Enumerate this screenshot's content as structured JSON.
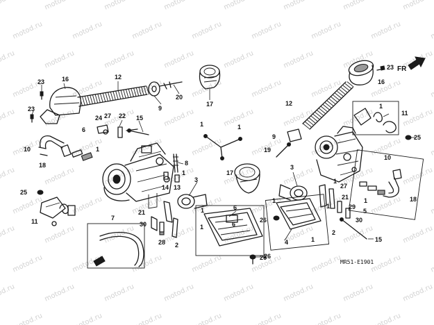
{
  "watermark": "motod.ru",
  "diagram_code": "MR51-E1901",
  "direction_marker": "FR",
  "callouts": [
    {
      "id": "c1",
      "text": "16"
    },
    {
      "id": "c2",
      "text": "12"
    },
    {
      "id": "c3",
      "text": "23"
    },
    {
      "id": "c4",
      "text": "9"
    },
    {
      "id": "c5",
      "text": "20"
    },
    {
      "id": "c6",
      "text": "17"
    },
    {
      "id": "c7",
      "text": "23"
    },
    {
      "id": "c8",
      "text": "24"
    },
    {
      "id": "c9",
      "text": "27"
    },
    {
      "id": "c10",
      "text": "22"
    },
    {
      "id": "c11",
      "text": "15"
    },
    {
      "id": "c12",
      "text": "6"
    },
    {
      "id": "c13",
      "text": "1"
    },
    {
      "id": "c14",
      "text": "10"
    },
    {
      "id": "c15",
      "text": "18"
    },
    {
      "id": "c16",
      "text": "8"
    },
    {
      "id": "c17",
      "text": "1"
    },
    {
      "id": "c18",
      "text": "3"
    },
    {
      "id": "c19",
      "text": "14"
    },
    {
      "id": "c20",
      "text": "13"
    },
    {
      "id": "c21",
      "text": "25"
    },
    {
      "id": "c22",
      "text": "11"
    },
    {
      "id": "c23",
      "text": "7"
    },
    {
      "id": "c24",
      "text": "21"
    },
    {
      "id": "c25",
      "text": "30"
    },
    {
      "id": "c26",
      "text": "28"
    },
    {
      "id": "c27",
      "text": "2"
    },
    {
      "id": "c28",
      "text": "6"
    },
    {
      "id": "c29",
      "text": "1"
    },
    {
      "id": "c30",
      "text": "26"
    },
    {
      "id": "c31",
      "text": "1"
    },
    {
      "id": "c32",
      "text": "1"
    },
    {
      "id": "c33",
      "text": "1"
    },
    {
      "id": "c34",
      "text": "17"
    },
    {
      "id": "c35",
      "text": "19"
    },
    {
      "id": "c36",
      "text": "9"
    },
    {
      "id": "c37",
      "text": "12"
    },
    {
      "id": "c38",
      "text": "23"
    },
    {
      "id": "c39",
      "text": "16"
    },
    {
      "id": "c40",
      "text": "11"
    },
    {
      "id": "c41",
      "text": "1"
    },
    {
      "id": "c42",
      "text": "25"
    },
    {
      "id": "c43",
      "text": "10"
    },
    {
      "id": "c44",
      "text": "3"
    },
    {
      "id": "c45",
      "text": "27"
    },
    {
      "id": "c46",
      "text": "1"
    },
    {
      "id": "c47",
      "text": "21"
    },
    {
      "id": "c48",
      "text": "29"
    },
    {
      "id": "c49",
      "text": "30"
    },
    {
      "id": "c50",
      "text": "5"
    },
    {
      "id": "c51",
      "text": "18"
    },
    {
      "id": "c52",
      "text": "1"
    },
    {
      "id": "c53",
      "text": "26"
    },
    {
      "id": "c54",
      "text": "2"
    },
    {
      "id": "c55",
      "text": "4"
    },
    {
      "id": "c56",
      "text": "15"
    },
    {
      "id": "c57",
      "text": "1"
    },
    {
      "id": "c58",
      "text": "6"
    },
    {
      "id": "c59",
      "text": "1"
    },
    {
      "id": "c60",
      "text": "26"
    },
    {
      "id": "c61",
      "text": "1"
    }
  ]
}
